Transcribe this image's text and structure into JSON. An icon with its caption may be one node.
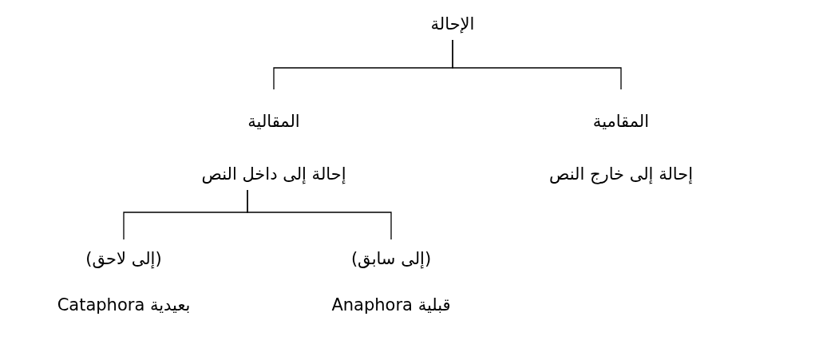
{
  "diagram": {
    "nodes": [
      {
        "text": [
          "الإحالة"
        ]
      },
      {
        "text": [
          "المقالية",
          "إحالة إلى داخل النص"
        ]
      },
      {
        "text": [
          "المقامية",
          "إحالة إلى خارج النص"
        ]
      },
      {
        "text": [
          "(إلى لاحق)",
          "بعيدية Cataphora"
        ]
      },
      {
        "text": [
          "(إلى سابق)",
          "قبلية Anaphora"
        ]
      }
    ],
    "edges": [
      {
        "from": 0,
        "to": 1,
        "arrow": "none"
      },
      {
        "from": 0,
        "to": 2,
        "arrow": "none"
      },
      {
        "from": 1,
        "to": 3,
        "arrow": "none"
      },
      {
        "from": 1,
        "to": 4,
        "arrow": "none"
      }
    ]
  }
}
